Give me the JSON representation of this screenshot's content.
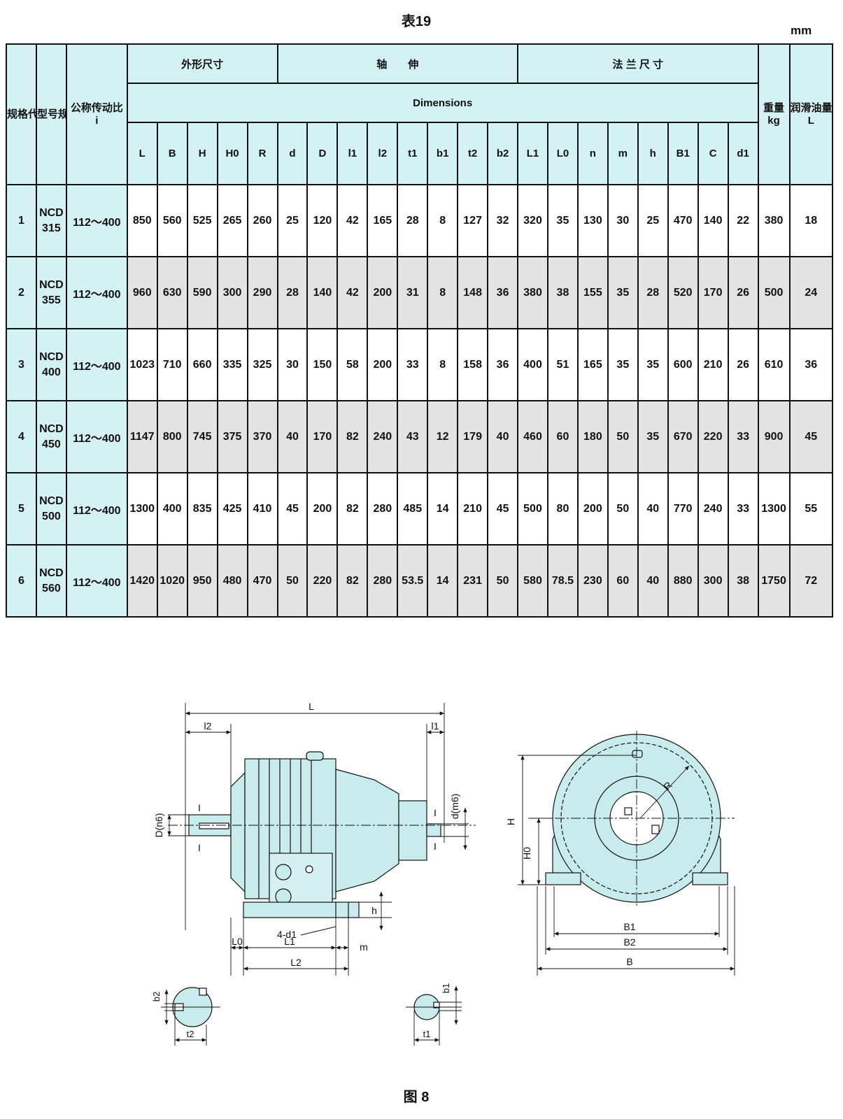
{
  "title": "表19",
  "unit": "mm",
  "headers": {
    "spec_code": "规格代号",
    "model": "型号规格",
    "ratio": "公称传动比",
    "ratio_sym": "i",
    "outline": "外形尺寸",
    "shaft": "轴　　伸",
    "flange": "法 兰 尺 寸",
    "dimensions": "Dimensions",
    "weight": "重量",
    "weight_unit": "kg",
    "oil": "润滑油量",
    "oil_unit": "L"
  },
  "columns": [
    "L",
    "B",
    "H",
    "H0",
    "R",
    "d",
    "D",
    "l1",
    "l2",
    "t1",
    "b1",
    "t2",
    "b2",
    "L1",
    "L0",
    "n",
    "m",
    "h",
    "B1",
    "C",
    "d1"
  ],
  "rows": [
    {
      "code": "1",
      "model": "NCD 315",
      "ratio": "112～400",
      "vals": [
        "850",
        "560",
        "525",
        "265",
        "260",
        "25",
        "120",
        "42",
        "165",
        "28",
        "8",
        "127",
        "32",
        "320",
        "35",
        "130",
        "30",
        "25",
        "470",
        "140",
        "22"
      ],
      "weight": "380",
      "oil": "18"
    },
    {
      "code": "2",
      "model": "NCD 355",
      "ratio": "112～400",
      "vals": [
        "960",
        "630",
        "590",
        "300",
        "290",
        "28",
        "140",
        "42",
        "200",
        "31",
        "8",
        "148",
        "36",
        "380",
        "38",
        "155",
        "35",
        "28",
        "520",
        "170",
        "26"
      ],
      "weight": "500",
      "oil": "24"
    },
    {
      "code": "3",
      "model": "NCD 400",
      "ratio": "112～400",
      "vals": [
        "1023",
        "710",
        "660",
        "335",
        "325",
        "30",
        "150",
        "58",
        "200",
        "33",
        "8",
        "158",
        "36",
        "400",
        "51",
        "165",
        "35",
        "35",
        "600",
        "210",
        "26"
      ],
      "weight": "610",
      "oil": "36"
    },
    {
      "code": "4",
      "model": "NCD 450",
      "ratio": "112～400",
      "vals": [
        "1147",
        "800",
        "745",
        "375",
        "370",
        "40",
        "170",
        "82",
        "240",
        "43",
        "12",
        "179",
        "40",
        "460",
        "60",
        "180",
        "50",
        "35",
        "670",
        "220",
        "33"
      ],
      "weight": "900",
      "oil": "45"
    },
    {
      "code": "5",
      "model": "NCD 500",
      "ratio": "112～400",
      "vals": [
        "1300",
        "400",
        "835",
        "425",
        "410",
        "45",
        "200",
        "82",
        "280",
        "485",
        "14",
        "210",
        "45",
        "500",
        "80",
        "200",
        "50",
        "40",
        "770",
        "240",
        "33"
      ],
      "weight": "1300",
      "oil": "55"
    },
    {
      "code": "6",
      "model": "NCD 560",
      "ratio": "112～400",
      "vals": [
        "1420",
        "1020",
        "950",
        "480",
        "470",
        "50",
        "220",
        "82",
        "280",
        "53.5",
        "14",
        "231",
        "50",
        "580",
        "78.5",
        "230",
        "60",
        "40",
        "880",
        "300",
        "38"
      ],
      "weight": "1750",
      "oil": "72"
    }
  ],
  "drawing_labels": {
    "L": "L",
    "l2": "l2",
    "l1": "l1",
    "D_n6": "D(n6)",
    "d_m6": "d(m6)",
    "h": "h",
    "four_d1": "4-d1",
    "L0": "L0",
    "L1": "L1",
    "m": "m",
    "L2": "L2",
    "H": "H",
    "H0": "H0",
    "R": "R",
    "B1": "B1",
    "B2": "B2",
    "B": "B",
    "b2": "b2",
    "t2": "t2",
    "b1": "b1",
    "t1": "t1",
    "section_mark": "I"
  },
  "figure_caption": "图 8",
  "colors": {
    "header_fill": "#d4f1f4",
    "alt_row": "#e3e3e3",
    "machine_fill": "#c8ecee"
  }
}
